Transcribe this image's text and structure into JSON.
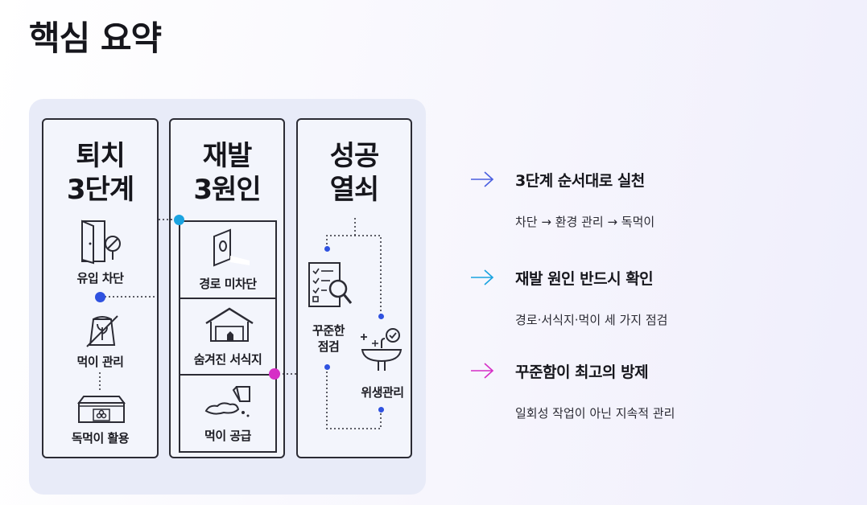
{
  "page": {
    "title": "핵심 요약"
  },
  "diagram": {
    "columns": [
      {
        "title_lines": [
          "퇴치",
          "3단계"
        ],
        "steps": [
          {
            "label": "유입 차단",
            "icon": "door-blocked-icon"
          },
          {
            "label": "먹이 관리",
            "icon": "food-bag-crossed-icon"
          },
          {
            "label": "독먹이 활용",
            "icon": "bait-station-icon"
          }
        ]
      },
      {
        "title_lines": [
          "재발",
          "3원인"
        ],
        "steps": [
          {
            "label": "경로 미차단",
            "icon": "wall-hole-icon"
          },
          {
            "label": "숨겨진 서식지",
            "icon": "hidden-nest-house-icon"
          },
          {
            "label": "먹이 공급",
            "icon": "spilled-food-icon"
          }
        ]
      },
      {
        "title_lines": [
          "성공",
          "열쇠"
        ],
        "steps": [
          {
            "label_lines": [
              "꾸준한",
              "점검"
            ],
            "icon": "checklist-magnifier-icon"
          },
          {
            "label": "위생관리",
            "icon": "clean-sink-icon"
          }
        ]
      }
    ],
    "colors": {
      "blue_dot": "#2f52e0",
      "cyan_dot": "#1aa3e0",
      "magenta_dot": "#d62fc6",
      "panel_bg": "#e8ebf8",
      "outline": "#2b2b34"
    }
  },
  "summary": {
    "items": [
      {
        "heading": "3단계 순서대로 실천",
        "detail": "차단 → 환경 관리 → 독먹이",
        "arrow_color": "#4a5fe0",
        "icon": "arrow-right-icon"
      },
      {
        "heading": "재발 원인 반드시 확인",
        "detail": "경로·서식지·먹이 세 가지 점검",
        "arrow_color": "#1aa3e0",
        "icon": "arrow-right-icon"
      },
      {
        "heading": "꾸준함이 최고의 방제",
        "detail": "일회성 작업이 아닌 지속적 관리",
        "arrow_color": "#d62fc6",
        "icon": "arrow-right-icon"
      }
    ]
  }
}
